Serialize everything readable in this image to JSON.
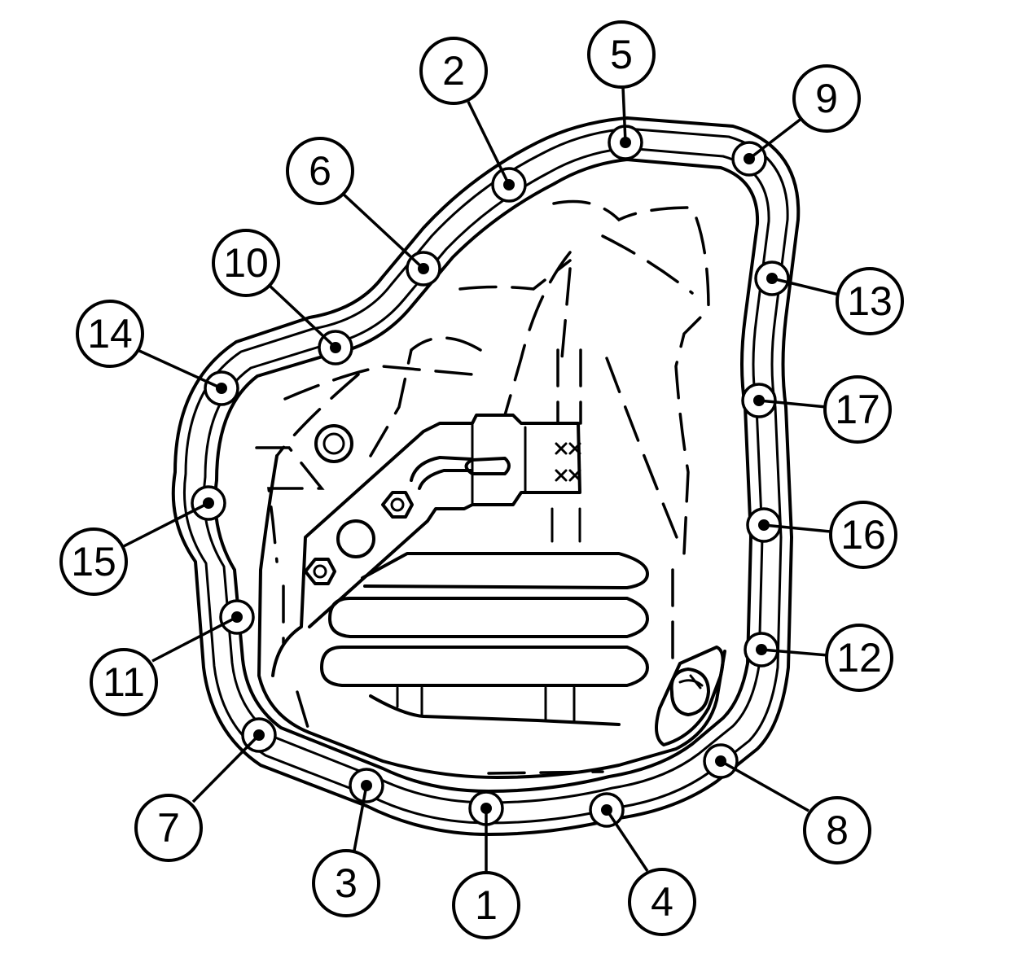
{
  "diagram": {
    "colors": {
      "line": "#000000",
      "background": "#ffffff"
    },
    "callouts": [
      {
        "label": "1"
      },
      {
        "label": "2"
      },
      {
        "label": "3"
      },
      {
        "label": "4"
      },
      {
        "label": "5"
      },
      {
        "label": "6"
      },
      {
        "label": "7"
      },
      {
        "label": "8"
      },
      {
        "label": "9"
      },
      {
        "label": "10"
      },
      {
        "label": "11"
      },
      {
        "label": "12"
      },
      {
        "label": "13"
      },
      {
        "label": "14"
      },
      {
        "label": "15"
      },
      {
        "label": "16"
      },
      {
        "label": "17"
      }
    ]
  }
}
